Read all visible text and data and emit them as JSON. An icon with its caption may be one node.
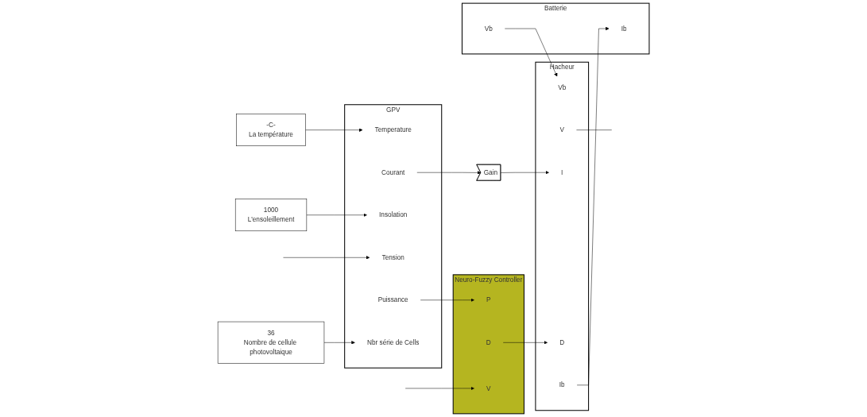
{
  "diagram": {
    "nodes": [
      {
        "text": [
          "-C-",
          "La température"
        ]
      },
      {
        "text": [
          "1000",
          "L'ensoleillement"
        ]
      },
      {
        "text": [
          "36",
          "Nombre de cellule photovoltaique"
        ]
      },
      {
        "text": [
          "GPV"
        ]
      },
      {
        "text": [
          "Temperature"
        ],
        "in": 3
      },
      {
        "text": [
          "Courant"
        ],
        "in": 3
      },
      {
        "text": [
          "Insolation"
        ],
        "in": 3
      },
      {
        "text": [
          "Tension"
        ],
        "in": 3
      },
      {
        "text": [
          "Puissance"
        ],
        "in": 3
      },
      {
        "text": [
          "Nbr série de Cells"
        ],
        "in": 3
      },
      {
        "text": [
          "Gain"
        ]
      },
      {
        "text": [
          "Neuro-Fuzzy Controller"
        ]
      },
      {
        "text": [
          "V"
        ],
        "in": 11
      },
      {
        "text": [
          "D"
        ],
        "in": 11
      },
      {
        "text": [
          "P"
        ],
        "in": 11
      },
      {
        "text": [
          "Hacheur"
        ]
      },
      {
        "text": [
          "I"
        ],
        "in": 15
      },
      {
        "text": [
          "V"
        ],
        "in": 15
      },
      {
        "text": [
          "D"
        ],
        "in": 15
      },
      {
        "text": [
          "Vb"
        ],
        "in": 15
      },
      {
        "text": [
          "Ib"
        ],
        "in": 15
      },
      {
        "text": [
          "Batterie"
        ]
      },
      {
        "text": [
          "Ib"
        ],
        "in": 21
      },
      {
        "text": [
          "Vb"
        ],
        "in": 21
      }
    ],
    "edges": [
      {
        "from": 0,
        "to": 4,
        "arrow": "to"
      },
      {
        "from": 1,
        "to": 6,
        "arrow": "to"
      },
      {
        "from": 2,
        "to": 9,
        "arrow": "to"
      },
      {
        "from": null,
        "to": 7,
        "arrow": "to"
      },
      {
        "from": null,
        "to": 12,
        "arrow": "to"
      },
      {
        "from": 5,
        "to": 10,
        "arrow": "to"
      },
      {
        "from": 10,
        "to": 16,
        "arrow": "to"
      },
      {
        "from": 8,
        "to": 14,
        "arrow": "to"
      },
      {
        "from": 13,
        "to": 18,
        "arrow": "to"
      },
      {
        "from": 23,
        "to": 19,
        "arrow": "to"
      },
      {
        "from": 20,
        "to": 22,
        "arrow": "to"
      },
      {
        "from": 17,
        "to": null,
        "arrow": "none"
      }
    ]
  }
}
